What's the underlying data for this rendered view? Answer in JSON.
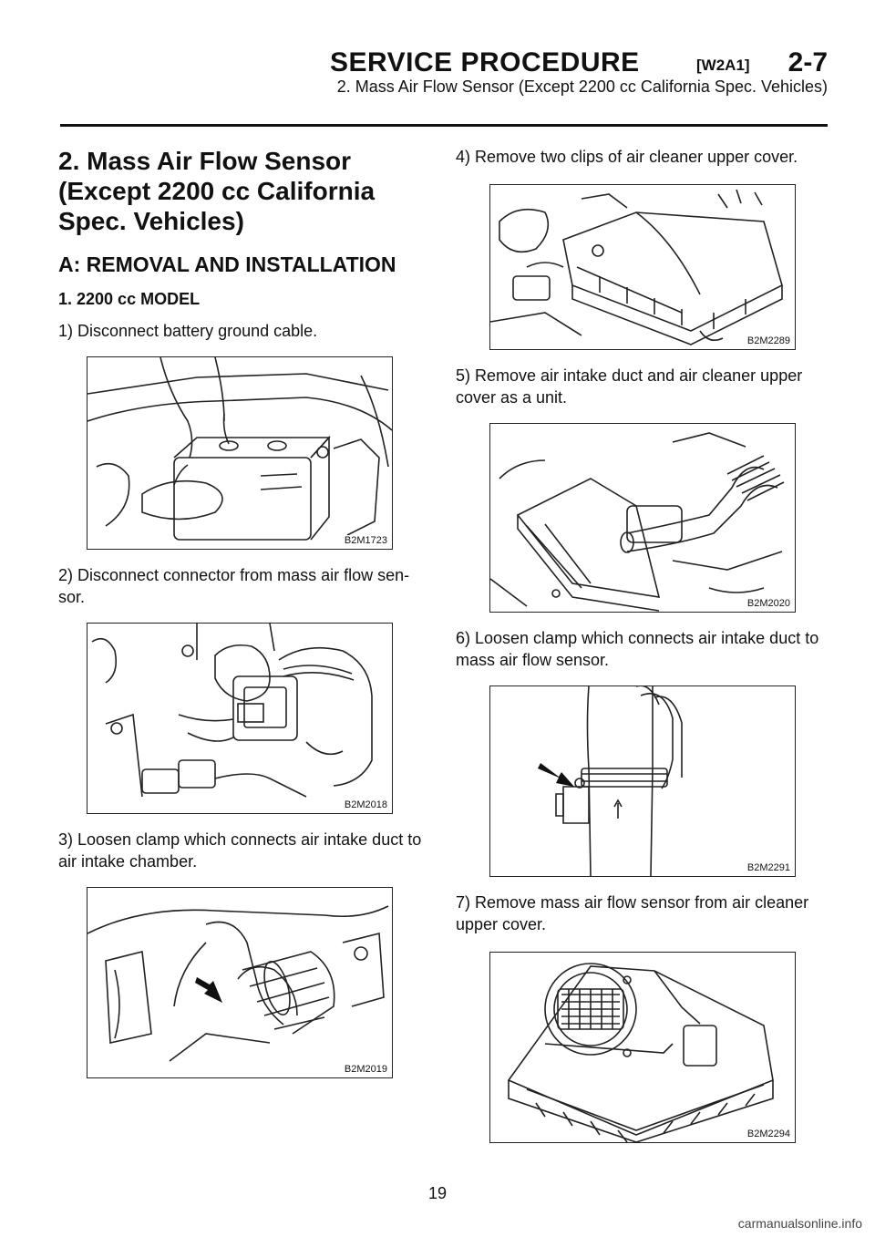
{
  "header": {
    "title": "SERVICE PROCEDURE",
    "code": "[W2A1]",
    "section": "2-7",
    "subtitle": "2. Mass Air Flow Sensor (Except 2200 cc California Spec. Vehicles)"
  },
  "content": {
    "section_title_lines": [
      "2. Mass Air Flow Sensor",
      "(Except 2200 cc California",
      "Spec. Vehicles)"
    ],
    "subsection": "A: REMOVAL AND INSTALLATION",
    "model": "1. 2200 cc MODEL",
    "steps": [
      {
        "text": "1) Disconnect battery ground cable.",
        "figure": "B2M1723"
      },
      {
        "text": "2) Disconnect connector from mass air flow sen-sor.",
        "figure": "B2M2018"
      },
      {
        "text": "3) Loosen clamp which connects air intake duct to air intake chamber.",
        "figure": "B2M2019"
      },
      {
        "text": "4) Remove two clips of air cleaner upper cover.",
        "figure": "B2M2289"
      },
      {
        "text": "5) Remove air intake duct and air cleaner upper cover as a unit.",
        "figure": "B2M2020"
      },
      {
        "text": "6) Loosen clamp which connects air intake duct to mass air flow sensor.",
        "figure": "B2M2291"
      },
      {
        "text": "7) Remove mass air flow sensor from air cleaner upper cover.",
        "figure": "B2M2294"
      }
    ]
  },
  "footer": {
    "page_number": "19",
    "watermark": "carmanualsonline.info"
  }
}
